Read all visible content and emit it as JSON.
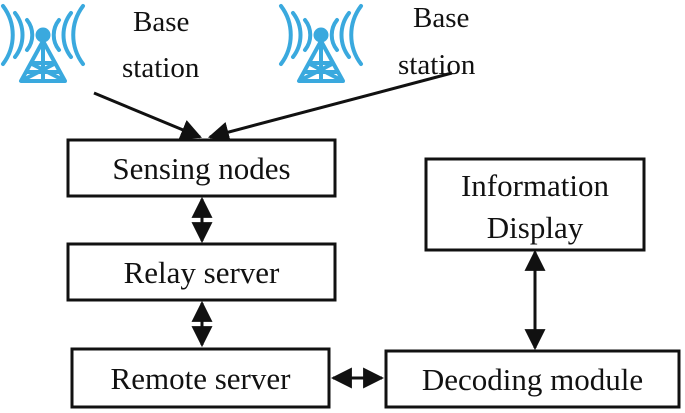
{
  "labels": {
    "base_station_left_line1": "Base",
    "base_station_left_line2": "station",
    "base_station_right_line1": "Base",
    "base_station_right_line2": "station"
  },
  "boxes": {
    "sensing_nodes": "Sensing nodes",
    "relay_server": "Relay server",
    "remote_server": "Remote server",
    "decoding_module": "Decoding module",
    "information_display_line1": "Information",
    "information_display_line2": "Display"
  },
  "colors": {
    "tower": "#3aa9de",
    "ink": "#111111"
  },
  "icons": {
    "tower": "radio-tower-icon"
  }
}
